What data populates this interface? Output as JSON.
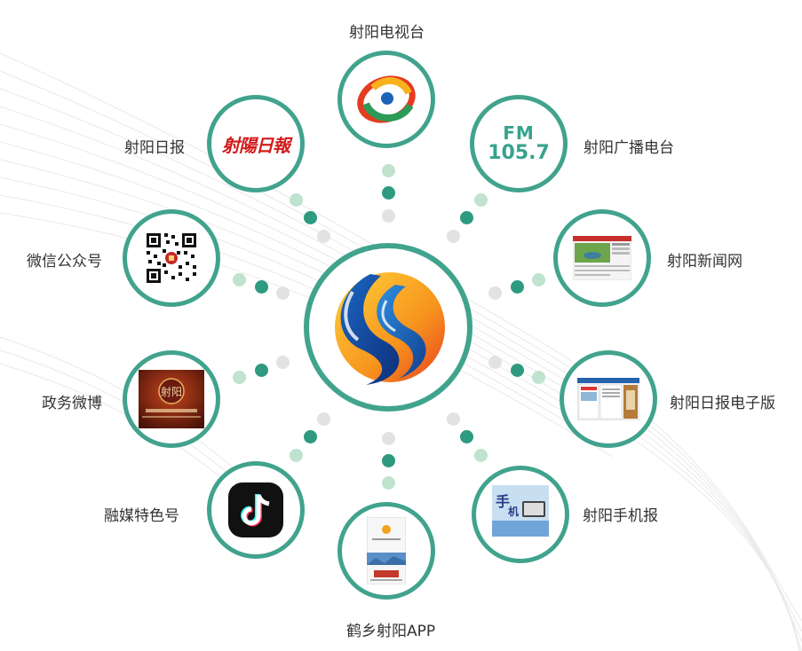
{
  "center_logo": {
    "icon": "sheyang-media-logo-icon"
  },
  "nodes": {
    "tv": {
      "label": "射阳电视台",
      "icon": "tv-station-logo-icon"
    },
    "radio": {
      "label": "射阳广播电台",
      "fm_text": "FM",
      "freq_text": "105.7",
      "icon": "fm-radio-icon"
    },
    "news_web": {
      "label": "射阳新闻网",
      "icon": "news-website-thumbnail-icon"
    },
    "epaper": {
      "label": "射阳日报电子版",
      "icon": "epaper-thumbnail-icon"
    },
    "mobile": {
      "label": "射阳手机报",
      "icon": "mobile-newspaper-thumbnail-icon"
    },
    "app": {
      "label": "鹤乡射阳APP",
      "icon": "app-screenshot-icon"
    },
    "rongmei": {
      "label": "融媒特色号",
      "icon": "tiktok-icon"
    },
    "weibo": {
      "label": "政务微博",
      "icon": "weibo-thumbnail-icon"
    },
    "wechat": {
      "label": "微信公众号",
      "icon": "qr-code-icon"
    },
    "daily": {
      "label": "射阳日报",
      "logo_text": "射陽日報",
      "icon": "newspaper-masthead-icon"
    }
  },
  "colors": {
    "ring": "#41a38d",
    "dot_light": "#bfe3ce",
    "dot_dark": "#2e9a80",
    "dot_gray": "#e2e2e2",
    "label": "#333333"
  }
}
